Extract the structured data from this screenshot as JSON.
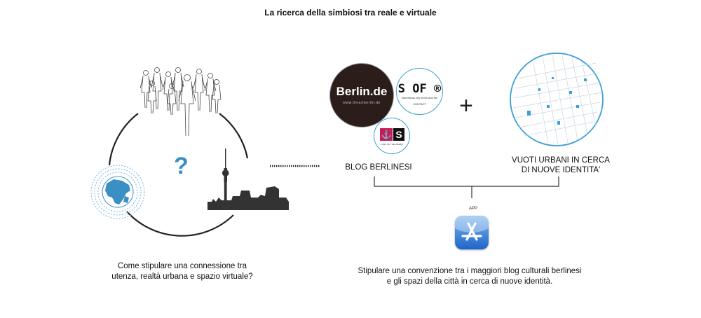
{
  "title": "La ricerca della simbiosi tra reale e virtuale",
  "left": {
    "question_mark": "?",
    "caption_line1": "Come stipulare una connessione tra",
    "caption_line2": "utenza, realtà urbana e spazio virtuale?"
  },
  "blogs": {
    "berlin_de": {
      "name": "Berlin.de",
      "url_text": "www.theartberlin.de"
    },
    "sof": {
      "name": "S OF ®",
      "tagline": "marvellous city berlin and the",
      "sub": "CONTACT"
    },
    "s_logo": {
      "letter": "S",
      "tagline": "LAND OF THE WEEKS"
    }
  },
  "plus": "+",
  "blog_label": "BLOG BERLINESI",
  "vuoti_label_line1": "VUOTI URBANI IN CERCA",
  "vuoti_label_line2": "DI NUOVE IDENTITA'",
  "app_label": "APP",
  "right_caption_line1": "Stipulare una convenzione tra i maggiori blog culturali berlinesi",
  "right_caption_line2": "e gli spazi della città in cerca di nuove identità.",
  "colors": {
    "accent_blue": "#3a8fc4",
    "map_blue": "#3b9fd8"
  },
  "icons": [
    "people-crowd-icon",
    "globe-icon",
    "tv-tower-skyline-icon",
    "app-store-icon",
    "city-map-icon"
  ]
}
